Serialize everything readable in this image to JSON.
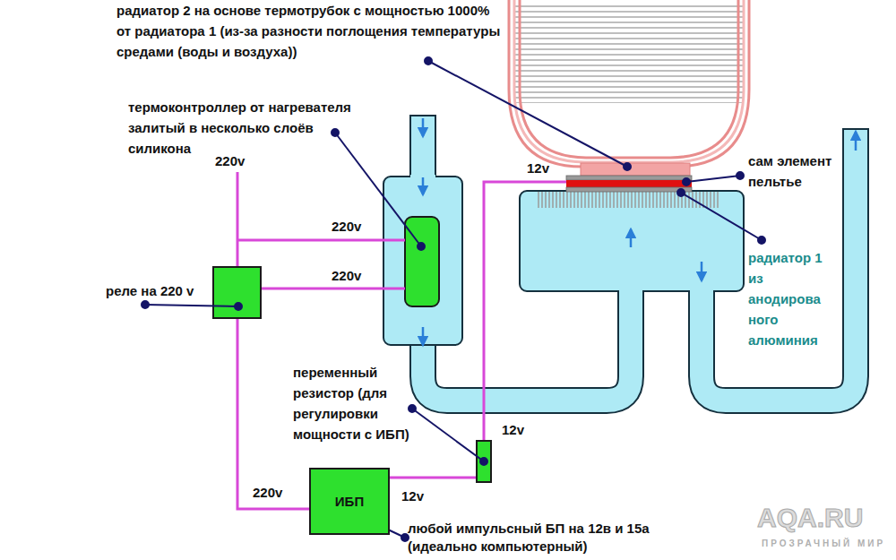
{
  "diagram": {
    "nodes": [
      {
        "text": [
          "ИБП"
        ]
      }
    ],
    "labels": [
      "радиатор 2 на основе термотрубок с мощностью 1000% от радиатора 1 (из-за разности поглощения температуры средами (воды и воздуха))",
      "термоконтроллер от нагревателя залитый в несколько слоёв силикона",
      "220v",
      "12v",
      "сам элемент пельтье",
      "220v",
      "220v",
      "реле на 220 v",
      "радиатор 1 из анодирова ного алюминия",
      "переменный резистор (для регулировки мощности с ИБП)",
      "12v",
      "220v",
      "12v",
      "любой импульсный БП на 12в и 15а (идеально компьютерный)",
      "AQA.RU",
      "ПРОЗРАЧНЫЙ МИР"
    ]
  }
}
